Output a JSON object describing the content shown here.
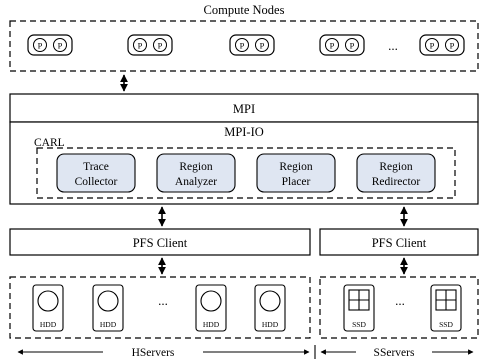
{
  "compute": {
    "title": "Compute Nodes",
    "process_label": "P",
    "node_count_shown": 5,
    "ellipsis": "..."
  },
  "mpi": {
    "label": "MPI"
  },
  "mpiio": {
    "label": "MPI-IO"
  },
  "carl": {
    "label": "CARL",
    "modules": [
      {
        "line1": "Trace",
        "line2": "Collector"
      },
      {
        "line1": "Region",
        "line2": "Analyzer"
      },
      {
        "line1": "Region",
        "line2": "Placer"
      },
      {
        "line1": "Region",
        "line2": "Redirector"
      }
    ]
  },
  "pfs": {
    "left_label": "PFS Client",
    "right_label": "PFS Client"
  },
  "hservers": {
    "disk_label": "HDD",
    "ellipsis": "...",
    "label": "HServers"
  },
  "sservers": {
    "disk_label": "SSD",
    "ellipsis": "...",
    "label": "SServers"
  },
  "colors": {
    "module_fill": "#dfe6f2",
    "line": "#000000",
    "background": "#ffffff"
  }
}
